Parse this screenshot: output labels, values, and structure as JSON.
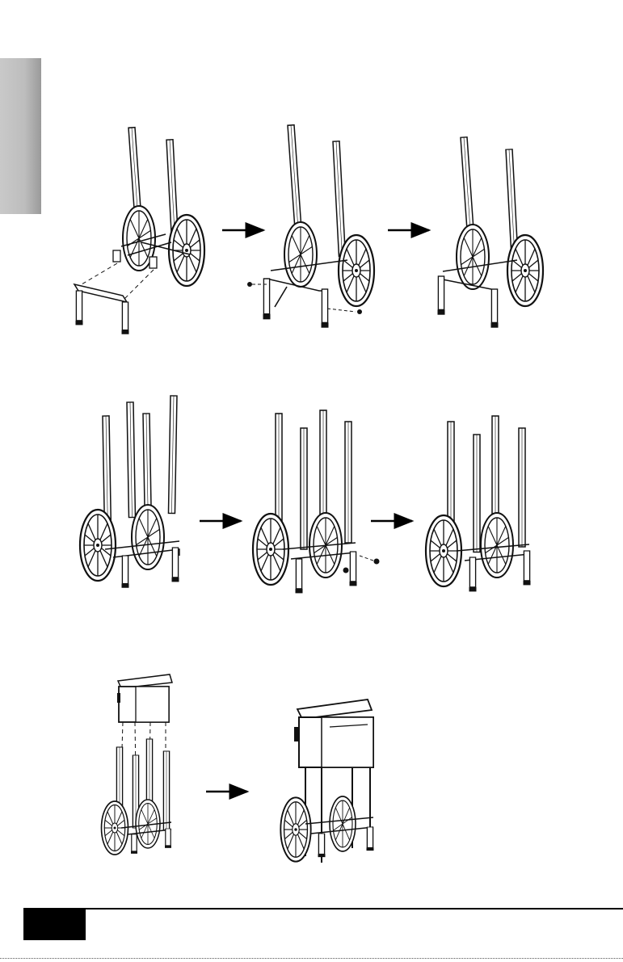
{
  "document": {
    "type": "assembly instruction page",
    "steps": [
      {
        "row": 1,
        "panels": [
          "attach-leg-frame",
          "insert-bolts",
          "frame-assembled"
        ]
      },
      {
        "row": 2,
        "panels": [
          "insert-upright-posts",
          "secure-posts",
          "posts-assembled"
        ]
      },
      {
        "row": 3,
        "panels": [
          "mount-cabinet",
          "cabinet-mounted"
        ]
      }
    ],
    "colors": {
      "line": "#1a1a1a",
      "tab": "#bdbdbd",
      "page_box": "#000000"
    }
  }
}
